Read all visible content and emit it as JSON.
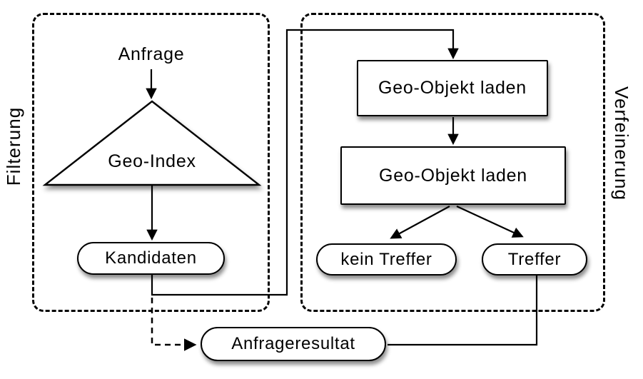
{
  "sections": {
    "filtering": {
      "label": "Filterung"
    },
    "refinement": {
      "label": "Verfeinerung"
    }
  },
  "nodes": {
    "anfrage": {
      "label": "Anfrage",
      "shape": "text"
    },
    "geo_index": {
      "label": "Geo-Index",
      "shape": "triangle"
    },
    "kandidaten": {
      "label": "Kandidaten",
      "shape": "pill"
    },
    "load_geo_object_1": {
      "label": "Geo-Objekt laden",
      "shape": "rect"
    },
    "load_geo_object_2": {
      "label": "Geo-Objekt laden",
      "shape": "rect"
    },
    "kein_treffer": {
      "label": "kein Treffer",
      "shape": "pill"
    },
    "treffer": {
      "label": "Treffer",
      "shape": "pill"
    },
    "anfrageresultat": {
      "label": "Anfrageresultat",
      "shape": "pill"
    }
  },
  "edges": [
    {
      "from": "anfrage",
      "to": "geo_index",
      "style": "solid-arrow"
    },
    {
      "from": "geo_index",
      "to": "kandidaten",
      "style": "solid-arrow"
    },
    {
      "from": "kandidaten",
      "to": "load_geo_object_1",
      "style": "solid-arrow-elbow"
    },
    {
      "from": "load_geo_object_1",
      "to": "load_geo_object_2",
      "style": "solid-arrow"
    },
    {
      "from": "load_geo_object_2",
      "to": "kein_treffer",
      "style": "solid-arrow"
    },
    {
      "from": "load_geo_object_2",
      "to": "treffer",
      "style": "solid-arrow"
    },
    {
      "from": "treffer",
      "to": "anfrageresultat",
      "style": "solid-line-elbow"
    },
    {
      "from": "kandidaten",
      "to": "anfrageresultat",
      "style": "dashed-arrow"
    }
  ],
  "colors": {
    "stroke": "#000000",
    "fill": "#ffffff",
    "background": "#ffffff"
  }
}
